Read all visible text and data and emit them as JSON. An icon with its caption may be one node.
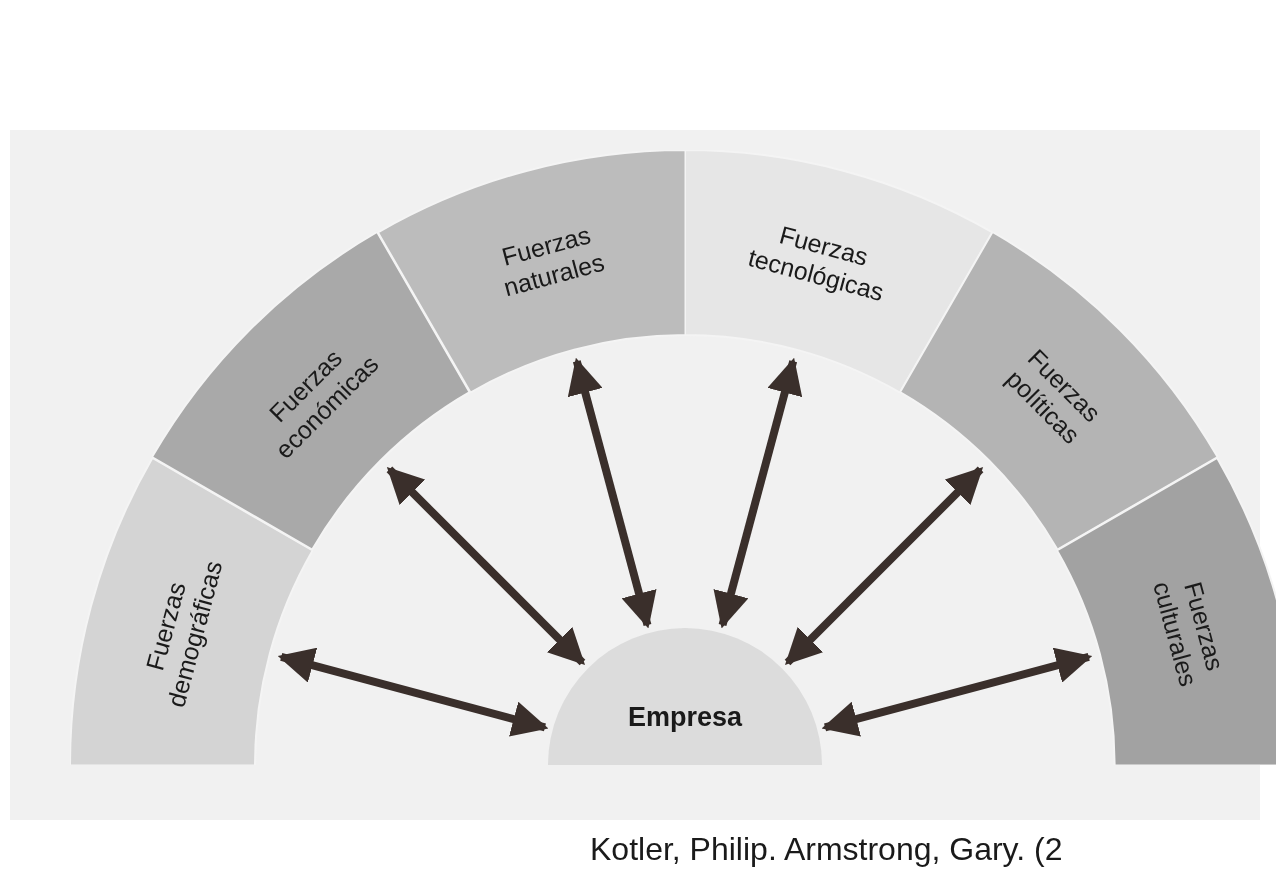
{
  "diagram": {
    "nodes": [
      {
        "text": [
          "Fuerzas demográficas"
        ]
      },
      {
        "text": [
          "Fuerzas económicas"
        ]
      },
      {
        "text": [
          "Fuerzas naturales"
        ]
      },
      {
        "text": [
          "Fuerzas tecnológicas"
        ]
      },
      {
        "text": [
          "Fuerzas políticas"
        ]
      },
      {
        "text": [
          "Fuerzas culturales"
        ]
      },
      {
        "text": [
          "Empresa"
        ]
      }
    ],
    "edges": [
      {
        "from": 6,
        "to": 0,
        "arrow": "both"
      },
      {
        "from": 6,
        "to": 1,
        "arrow": "both"
      },
      {
        "from": 6,
        "to": 2,
        "arrow": "both"
      },
      {
        "from": 6,
        "to": 3,
        "arrow": "both"
      },
      {
        "from": 6,
        "to": 4,
        "arrow": "both"
      },
      {
        "from": 6,
        "to": 5,
        "arrow": "both"
      }
    ],
    "labels": [
      "Kotler, Philip. Armstrong, Gary. (2"
    ]
  }
}
